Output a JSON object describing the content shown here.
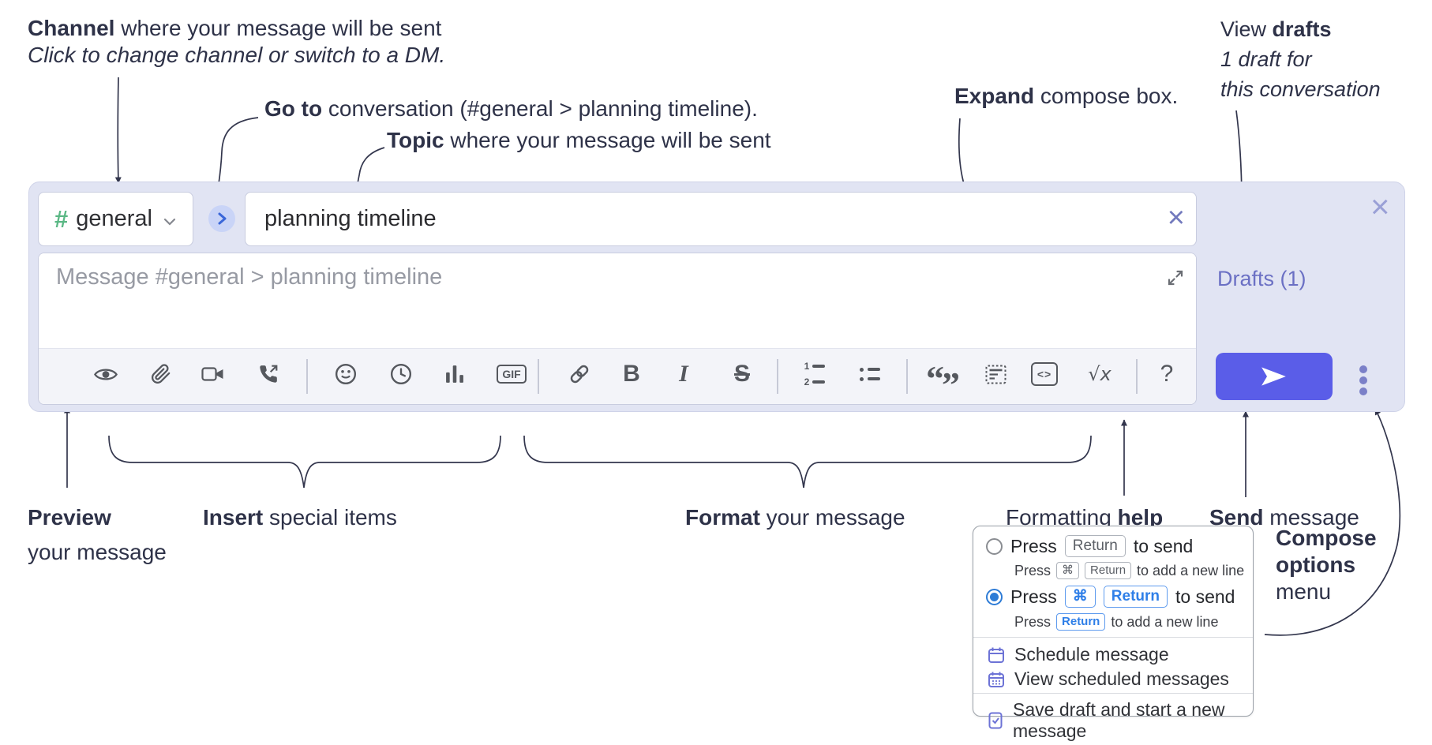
{
  "colors": {
    "compose_bg": "#e1e4f3",
    "send_accent": "#5a5de8",
    "drafts_link": "#6b70c4",
    "channel_hash_green": "#5bb885",
    "goto_circle_bg": "#c9d4f7",
    "goto_chevron_blue": "#3a67d9",
    "key_blue": "#2f7fe8",
    "menu_icon_purple": "#6d73d6",
    "annotation_text": "#2e3248",
    "toolbar_icon_gray": "#55585e"
  },
  "annotations": {
    "channel": {
      "bold": "Channel",
      "rest": " where your message will be sent",
      "note": "Click to change channel or switch to a DM."
    },
    "go_to": {
      "bold": "Go to",
      "rest": " conversation (#general > planning timeline)."
    },
    "topic": {
      "bold": "Topic",
      "rest": " where your message will be sent"
    },
    "expand": {
      "bold": "Expand",
      "rest": " compose box."
    },
    "view_drafts": {
      "normal": "View ",
      "bold": "drafts",
      "line2": "1 draft for",
      "line3": "this conversation"
    },
    "preview": {
      "bold": "Preview",
      "line2": "your message"
    },
    "insert": {
      "bold": "Insert",
      "rest": " special items"
    },
    "format": {
      "bold": "Format",
      "rest": " your message"
    },
    "formatting_help": {
      "normal": "Formatting ",
      "bold": "help"
    },
    "send": {
      "bold": "Send",
      "rest": " message"
    },
    "compose_options": {
      "line1": "Compose",
      "line2": "options",
      "line3": "menu"
    }
  },
  "compose": {
    "channel_selector": {
      "hash": "#",
      "label": "general"
    },
    "topic_input": {
      "value": "planning timeline"
    },
    "message_input": {
      "placeholder": "Message #general > planning timeline"
    },
    "drafts_link": "Drafts (1)",
    "close_glyph": "×",
    "clear_glyph": "×"
  },
  "toolbar": {
    "icons": [
      "eye",
      "paperclip",
      "video-camera",
      "phone-call",
      "emoji",
      "clock",
      "poll",
      "gif",
      "link",
      "bold",
      "italic",
      "strikethrough",
      "numbered-list",
      "bulleted-list",
      "quote",
      "spoiler",
      "code",
      "math",
      "help"
    ],
    "labels": {
      "gif": "GIF",
      "bold": "B",
      "italic": "I",
      "strike": "S",
      "code": "<>",
      "math": "√x",
      "help": "?",
      "ol1": "1",
      "ol2": "2"
    }
  },
  "options_menu": {
    "option_return": {
      "press": "Press",
      "key_return": "Return",
      "suffix": "to send",
      "sub_press": "Press",
      "sub_key_cmd": "⌘",
      "sub_key_return": "Return",
      "sub_suffix": "to add a new line"
    },
    "option_cmd_return": {
      "press": "Press",
      "key_cmd": "⌘",
      "key_return": "Return",
      "suffix": "to send",
      "sub_press": "Press",
      "sub_key_return": "Return",
      "sub_suffix": "to add a new line"
    },
    "items": [
      {
        "label": "Schedule message"
      },
      {
        "label": "View scheduled messages"
      },
      {
        "label": "Save draft and start a new message"
      }
    ]
  }
}
